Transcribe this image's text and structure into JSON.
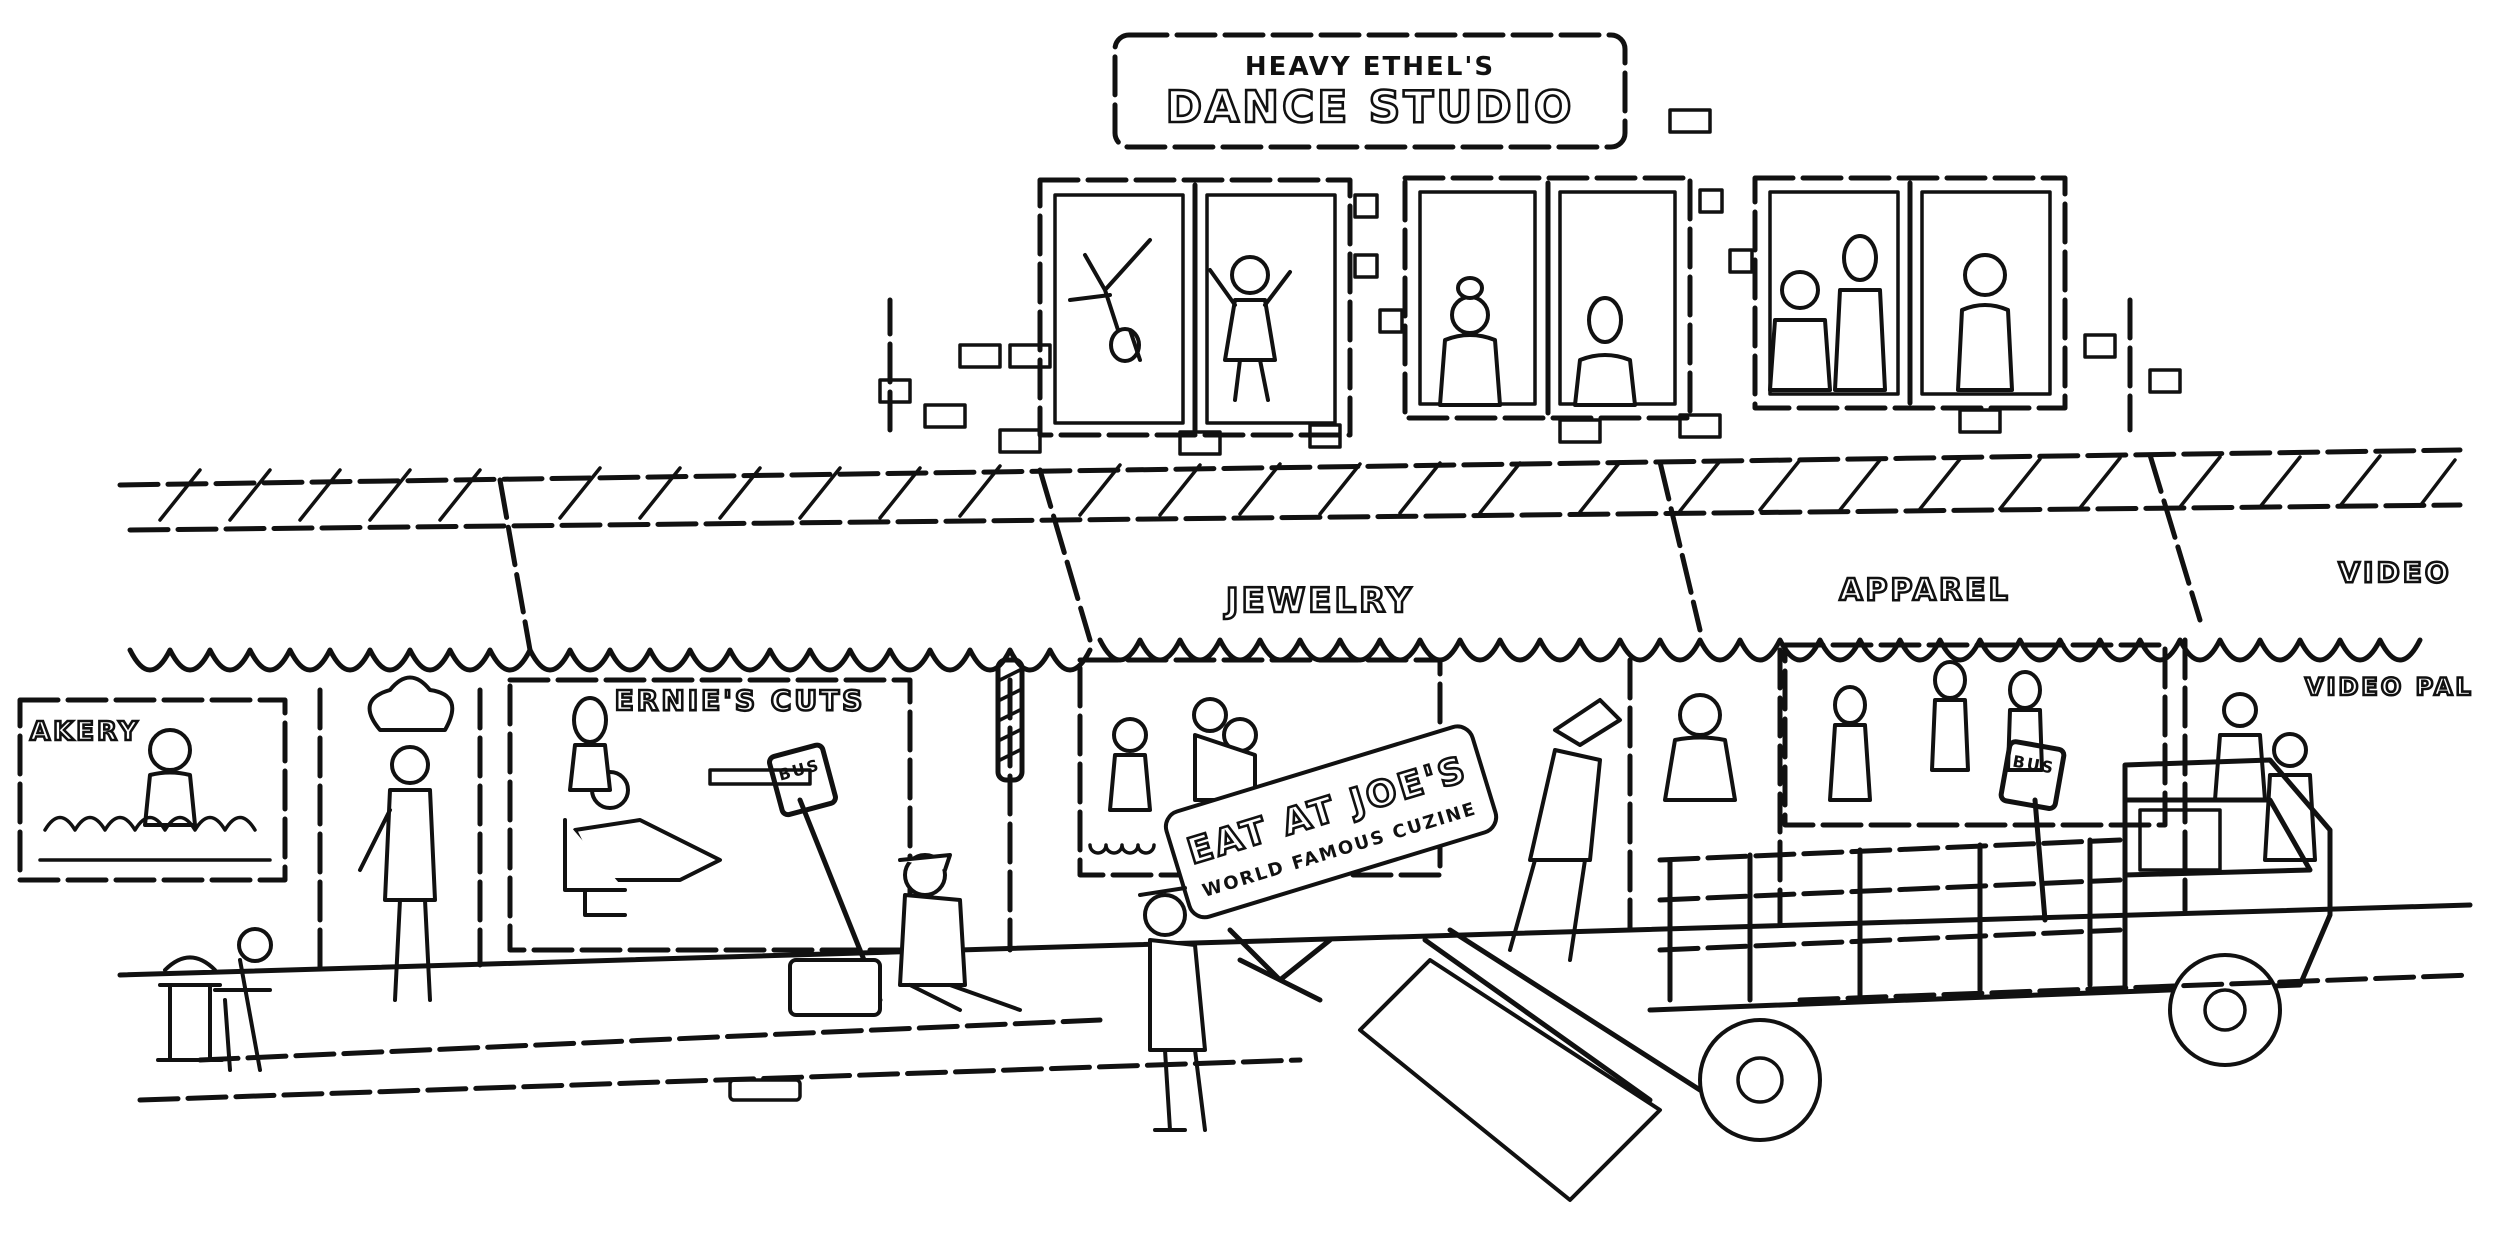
{
  "scene": {
    "signs": {
      "dance_line1": "HEAVY ETHEL'S",
      "dance_line2": "DANCE STUDIO",
      "bakery": "AKERY",
      "barber": "ERNIE'S CUTS",
      "jewelry": "JEWELRY",
      "apparel": "APPAREL",
      "video_awning": "VIDEO",
      "video_window": "VIDEO PAL",
      "diner_line1": "EAT AT JOE'S",
      "diner_line2": "WORLD FAMOUS CUZINE",
      "bus_stop_1": "BUS",
      "bus_stop_2": "BUS"
    },
    "style": "black ink line drawing on white",
    "palette": {
      "ink": "#111111",
      "paper": "#ffffff"
    }
  }
}
